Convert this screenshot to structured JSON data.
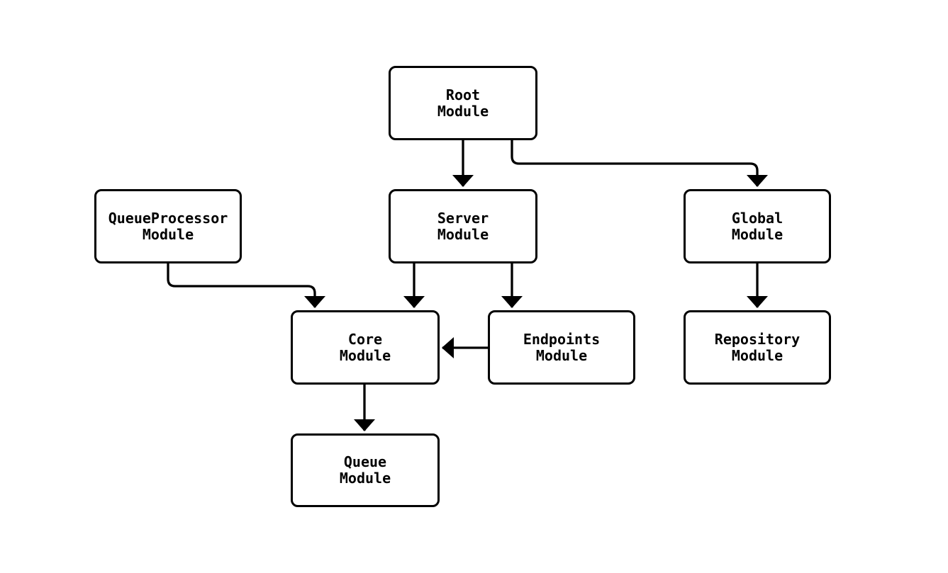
{
  "diagram": {
    "type": "module-dependency-flowchart",
    "background_color": "#ffffff",
    "box_fill_color": "#ffffff",
    "stroke_color": "#000000",
    "nodes": {
      "root": {
        "label": "Root\nModule"
      },
      "queueprocessor": {
        "label": "QueueProcessor\nModule"
      },
      "server": {
        "label": "Server\nModule"
      },
      "global": {
        "label": "Global\nModule"
      },
      "core": {
        "label": "Core\nModule"
      },
      "endpoints": {
        "label": "Endpoints\nModule"
      },
      "repository": {
        "label": "Repository\nModule"
      },
      "queue": {
        "label": "Queue\nModule"
      }
    },
    "edges": [
      {
        "from": "Root Module",
        "to": "Server Module"
      },
      {
        "from": "Root Module",
        "to": "Global Module"
      },
      {
        "from": "QueueProcessor Module",
        "to": "Core Module"
      },
      {
        "from": "Server Module",
        "to": "Core Module"
      },
      {
        "from": "Server Module",
        "to": "Endpoints Module"
      },
      {
        "from": "Endpoints Module",
        "to": "Core Module"
      },
      {
        "from": "Global Module",
        "to": "Repository Module"
      },
      {
        "from": "Core Module",
        "to": "Queue Module"
      }
    ]
  }
}
